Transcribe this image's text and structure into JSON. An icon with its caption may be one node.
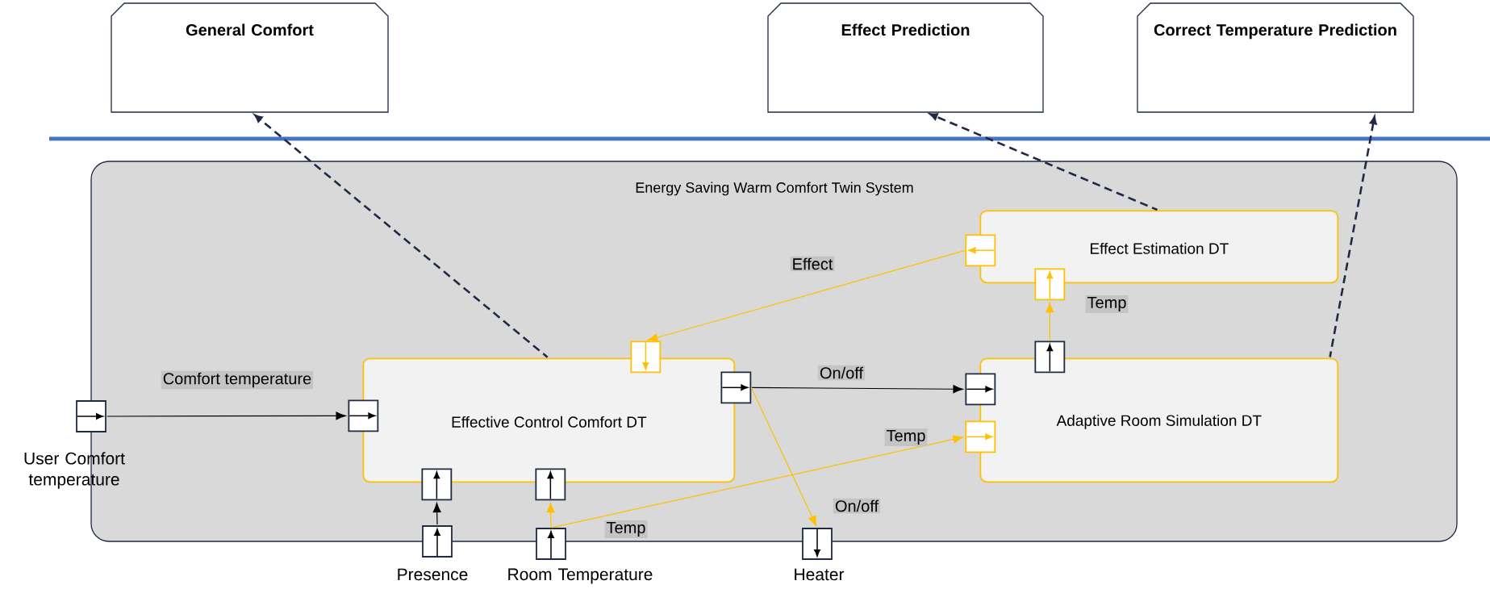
{
  "diagram": {
    "nodes": [
      {
        "text": [
          "General Comfort"
        ]
      },
      {
        "text": [
          "Effect Prediction"
        ]
      },
      {
        "text": [
          "Correct Temperature Prediction"
        ]
      },
      {
        "text": [
          "Energy Saving Warm Comfort Twin System"
        ]
      },
      {
        "text": [
          "Effect Estimation DT"
        ],
        "in": 3
      },
      {
        "text": [],
        "shape": "box",
        "in": 3
      },
      {
        "text": [],
        "shape": "box",
        "in": 3
      },
      {
        "text": [],
        "shape": "box",
        "in": 3
      },
      {
        "text": [],
        "shape": "box",
        "in": 3
      },
      {
        "text": [
          "Effective Control Comfort DT"
        ],
        "in": 3
      },
      {
        "text": [],
        "shape": "box",
        "in": 3
      },
      {
        "text": [],
        "shape": "box",
        "in": 3
      },
      {
        "text": [
          "Adaptive Room Simulation DT"
        ],
        "in": 3
      },
      {
        "text": [],
        "shape": "box",
        "in": 3
      },
      {
        "text": [],
        "shape": "box",
        "in": 3
      },
      {
        "text": [],
        "shape": "box",
        "beside": [
          "User Comfort temperature"
        ]
      },
      {
        "text": [],
        "shape": "box",
        "in": 3
      },
      {
        "text": [],
        "shape": "box",
        "in": 3
      },
      {
        "text": [],
        "shape": "box",
        "beside": [
          "Presence"
        ]
      },
      {
        "text": [],
        "shape": "box",
        "beside": [
          "Room Temperature"
        ]
      },
      {
        "text": [],
        "shape": "box",
        "beside": [
          "Heater"
        ]
      }
    ],
    "edges": [
      {
        "from": 15,
        "to": 10,
        "arrow": "to",
        "label": "Comfort temperature",
        "color": "#000000"
      },
      {
        "from": 11,
        "to": 13,
        "arrow": "to",
        "label": "On/off",
        "color": "#000000"
      },
      {
        "from": 11,
        "to": 20,
        "arrow": "to",
        "label": "On/off",
        "color": "#ffc000"
      },
      {
        "from": 19,
        "to": 14,
        "arrow": "to",
        "label": "Temp",
        "color": "#ffc000"
      },
      {
        "from": 19,
        "to": 17,
        "arrow": "to",
        "color": "#ffc000"
      },
      {
        "from": 18,
        "to": 16,
        "arrow": "to",
        "color": "#000000"
      },
      {
        "from": 5,
        "to": 7,
        "arrow": "to",
        "label": "Effect",
        "color": "#ffc000"
      },
      {
        "from": 8,
        "to": 6,
        "arrow": "to",
        "label": "Temp",
        "color": "#ffc000"
      },
      {
        "from": 9,
        "to": 0,
        "arrow": "to",
        "style": "dashed",
        "color": "#1f2a44"
      },
      {
        "from": 4,
        "to": 1,
        "arrow": "to",
        "style": "dashed",
        "color": "#1f2a44"
      },
      {
        "from": 12,
        "to": 2,
        "arrow": "to",
        "style": "dashed",
        "color": "#1f2a44"
      }
    ],
    "labels": [
      "Temp"
    ]
  }
}
